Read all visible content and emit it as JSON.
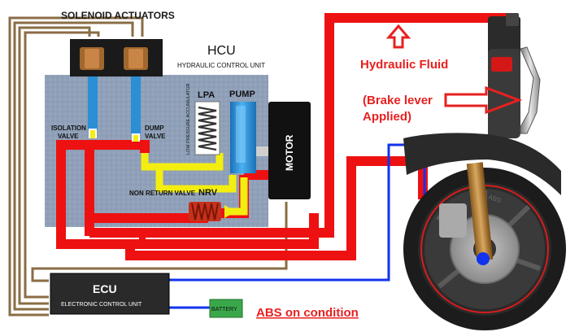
{
  "labels": {
    "solenoid_actuators": "SOLENOID ACTUATORS",
    "hcu": "HCU",
    "hcu_full": "HYDRAULIC CONTROL UNIT",
    "lpa": "LPA",
    "lpa_full": "LOW PRESSURE ACCUMULATOR",
    "pump": "PUMP",
    "isolation_valve_line1": "ISOLATION",
    "isolation_valve_line2": "VALVE",
    "dump_valve_line1": "DUMP",
    "dump_valve_line2": "VALVE",
    "motor": "MOTOR",
    "non_return_valve": "NON RETURN VALVE",
    "nrv": "NRV",
    "ecu": "ECU",
    "ecu_full": "ELECTRONIC CONTROL UNIT",
    "battery": "BATTERY",
    "hydraulic_fluid": "Hydraulic Fluid",
    "brake_lever_line1": "(Brake lever",
    "brake_lever_line2": "Applied)",
    "abs_condition": "ABS on condition",
    "caliper_brand": "ABS"
  },
  "colors": {
    "hydraulic_line": "#ee1111",
    "low_pressure_line": "#f4ee10",
    "signal_wire": "#1133ee",
    "control_wire": "#8a6d45",
    "hcu_body": "#8fa0b8",
    "pump_body": "#2b8fd6",
    "ecu_body": "#2a2a2a",
    "battery_body": "#3aa84a",
    "annotation_text": "#e82020",
    "background": "#ffffff"
  }
}
